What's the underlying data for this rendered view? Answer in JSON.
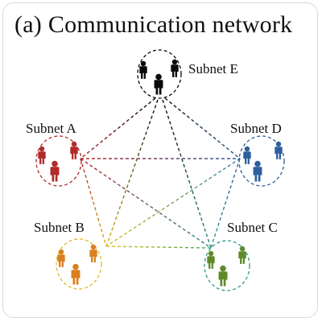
{
  "title": {
    "tag": "(a)",
    "text": "Communication network"
  },
  "subnets": [
    {
      "id": "E",
      "label": "Subnet E",
      "color": "#0a0a0a"
    },
    {
      "id": "A",
      "label": "Subnet A",
      "color": "#b22a2a"
    },
    {
      "id": "D",
      "label": "Subnet D",
      "color": "#2e5f9e"
    },
    {
      "id": "B",
      "label": "Subnet B",
      "color": "#d9801f"
    },
    {
      "id": "C",
      "label": "Subnet C",
      "color": "#5f8a2a"
    }
  ],
  "links": [
    {
      "from": "E",
      "to": "A"
    },
    {
      "from": "E",
      "to": "D"
    },
    {
      "from": "E",
      "to": "B"
    },
    {
      "from": "E",
      "to": "C"
    },
    {
      "from": "A",
      "to": "D"
    },
    {
      "from": "A",
      "to": "B"
    },
    {
      "from": "A",
      "to": "C"
    },
    {
      "from": "D",
      "to": "B"
    },
    {
      "from": "D",
      "to": "C"
    },
    {
      "from": "B",
      "to": "C"
    }
  ],
  "icons": {
    "person": "person-icon"
  }
}
